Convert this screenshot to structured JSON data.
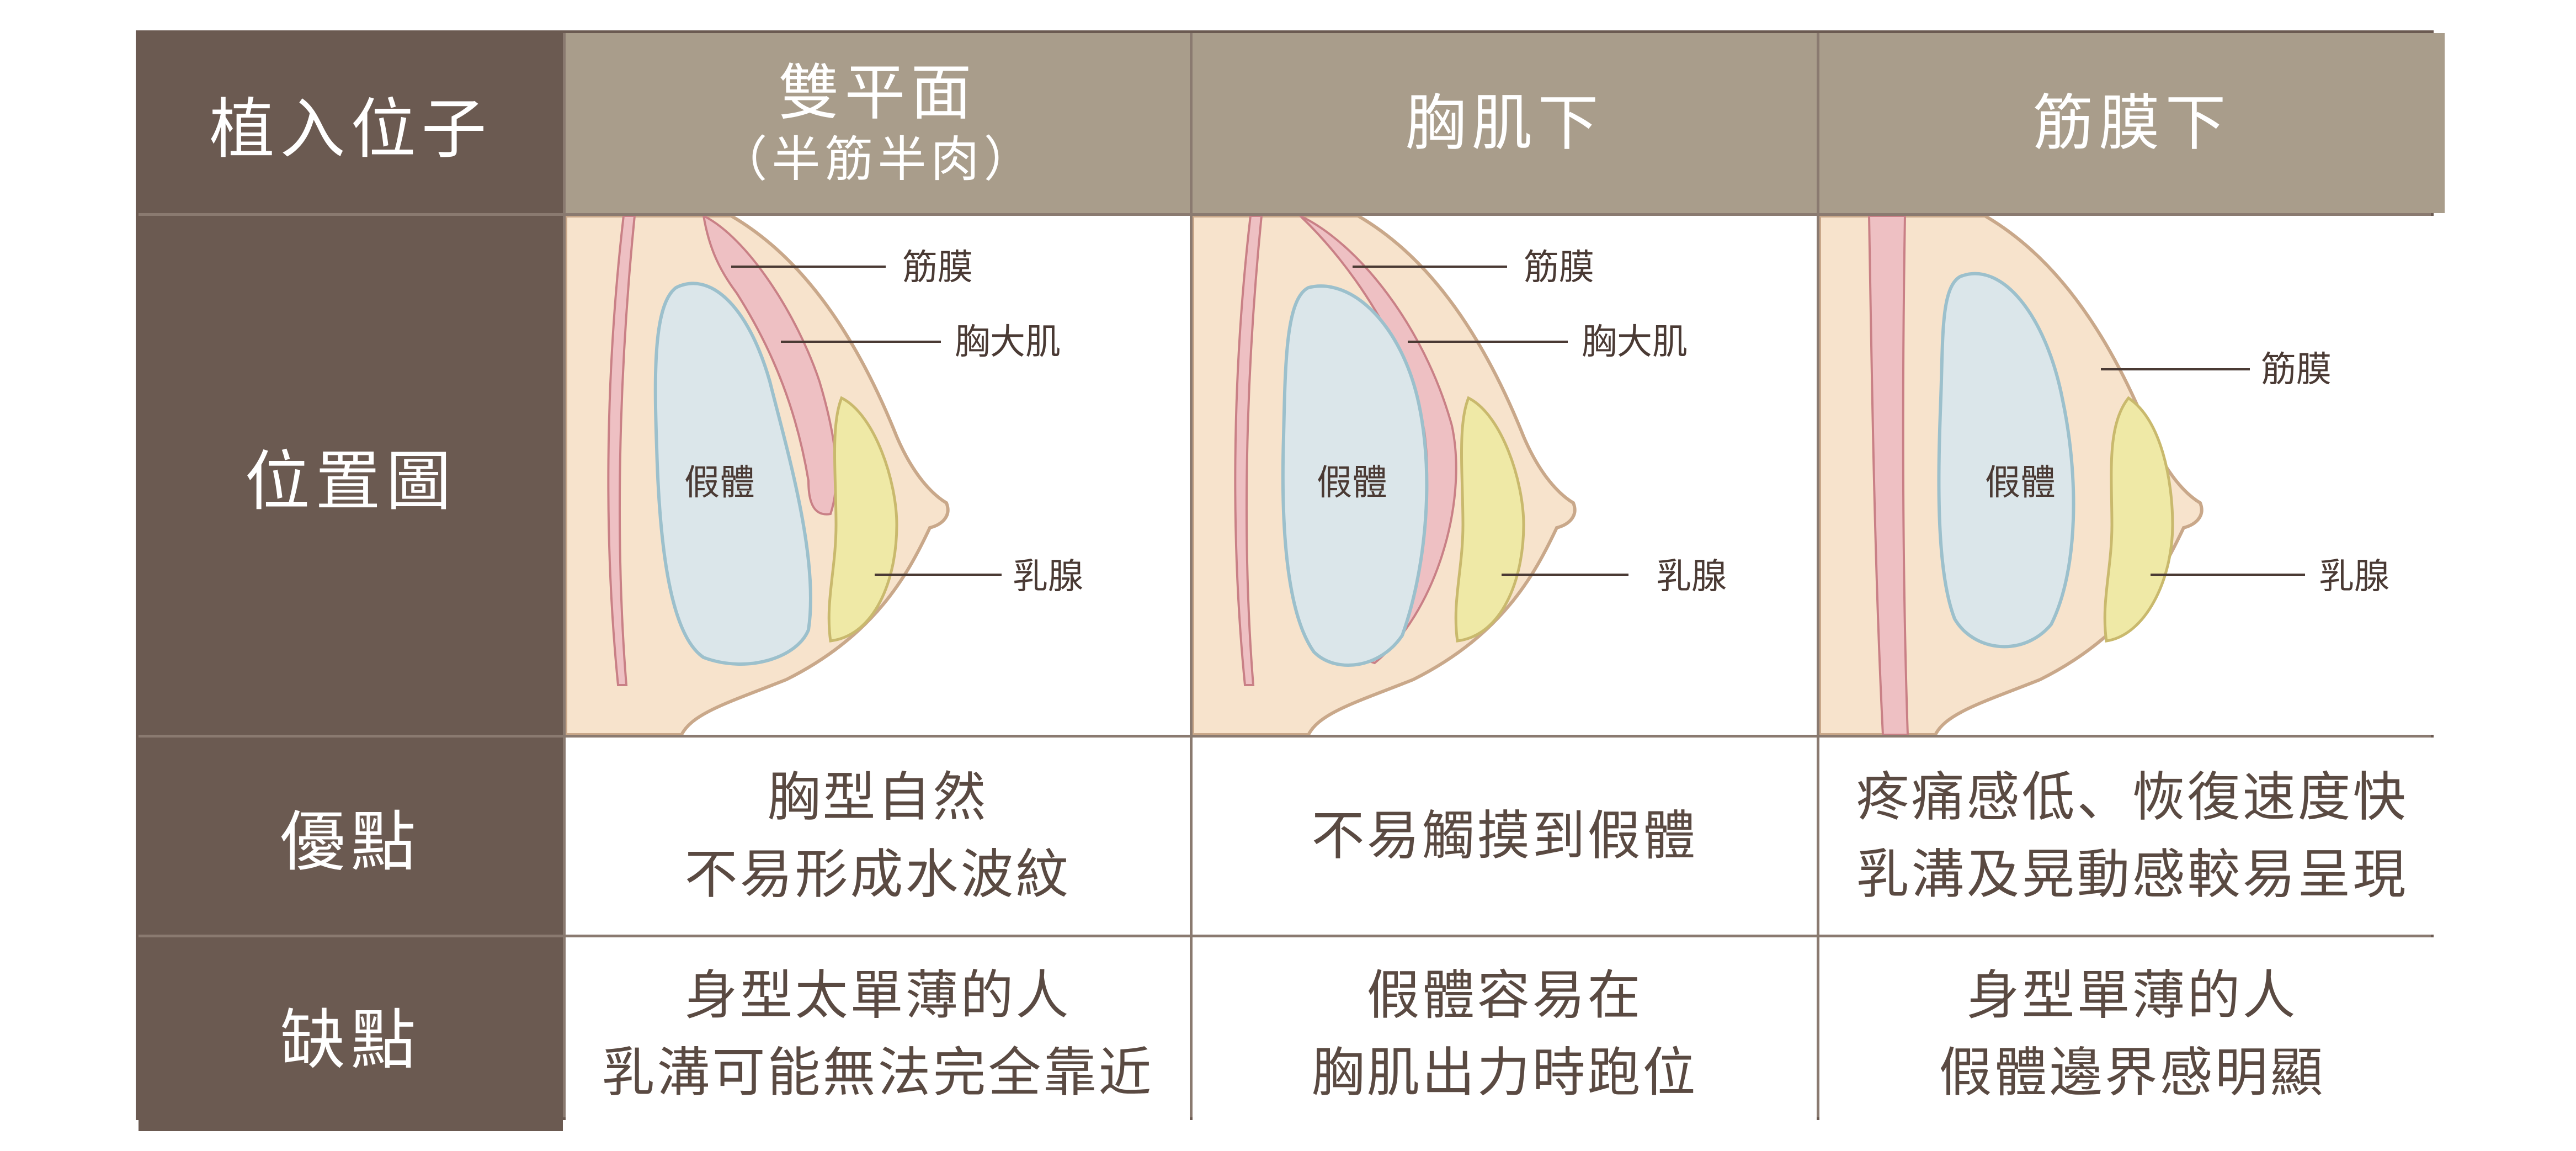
{
  "header": {
    "corner": "植入位子",
    "columns": [
      {
        "main": "雙平面",
        "sub": "（半筋半肉）"
      },
      {
        "main": "胸肌下",
        "sub": ""
      },
      {
        "main": "筋膜下",
        "sub": ""
      }
    ]
  },
  "rows": {
    "diagram_label": "位置圖",
    "pros_label": "優點",
    "cons_label": "缺點"
  },
  "diagrams": [
    {
      "fascia": "筋膜",
      "muscle": "胸大肌",
      "implant": "假體",
      "gland": "乳腺"
    },
    {
      "fascia": "筋膜",
      "muscle": "胸大肌",
      "implant": "假體",
      "gland": "乳腺"
    },
    {
      "fascia": "筋膜",
      "implant": "假體",
      "gland": "乳腺"
    }
  ],
  "pros": [
    [
      "胸型自然",
      "不易形成水波紋"
    ],
    [
      "不易觸摸到假體"
    ],
    [
      "疼痛感低、恢復速度快",
      "乳溝及晃動感較易呈現"
    ]
  ],
  "cons": [
    [
      "身型太單薄的人",
      "乳溝可能無法完全靠近"
    ],
    [
      "假體容易在",
      "胸肌出力時跑位"
    ],
    [
      "身型單薄的人",
      "假體邊界感明顯"
    ]
  ],
  "colors": {
    "rowhead": "#6b5a51",
    "colhead": "#a99d8b",
    "skin": "#f7e3cc",
    "muscle": "#eec0c3",
    "implant": "#dbe6ea",
    "gland": "#efe9a6"
  }
}
